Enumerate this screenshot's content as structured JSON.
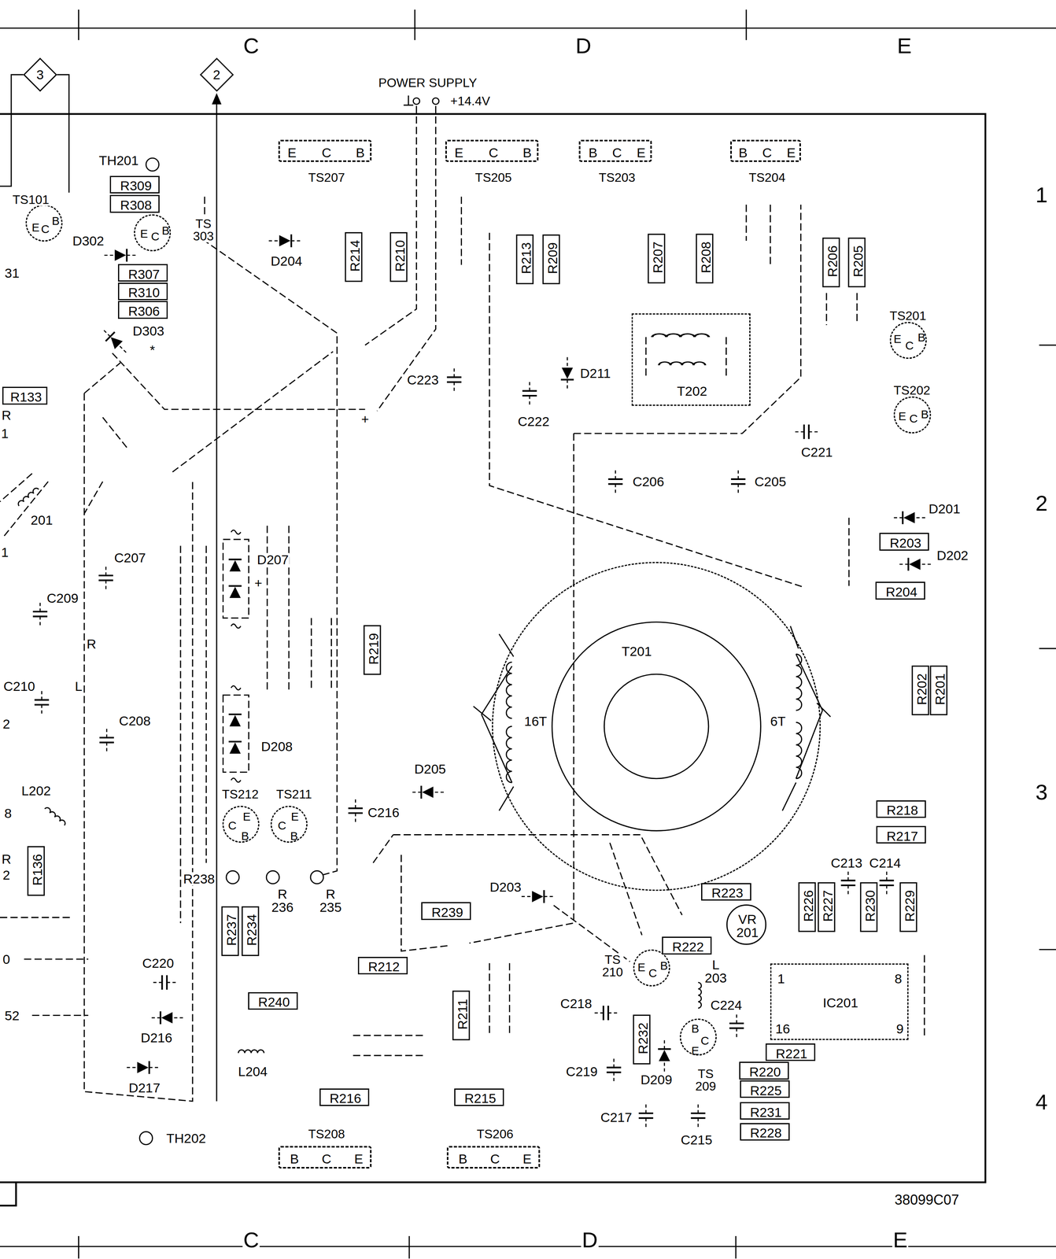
{
  "diagram": {
    "nodes": [
      {
        "text": [
          "3"
        ]
      },
      {
        "text": [
          "2"
        ]
      },
      {
        "text": [
          "E",
          "C",
          "B",
          "TS207"
        ]
      },
      {
        "text": [
          "E",
          "C",
          "B",
          "TS205"
        ]
      },
      {
        "text": [
          "B",
          "C",
          "E",
          "TS203"
        ]
      },
      {
        "text": [
          "B",
          "C",
          "E",
          "TS204"
        ]
      },
      {
        "text": [
          "TS101",
          "E",
          "C",
          "B"
        ]
      },
      {
        "text": [
          "R309"
        ]
      },
      {
        "text": [
          "R308"
        ]
      },
      {
        "text": [
          "TS 303",
          "E",
          "C",
          "B"
        ]
      },
      {
        "text": [
          "R307"
        ]
      },
      {
        "text": [
          "R310"
        ]
      },
      {
        "text": [
          "R306"
        ]
      },
      {
        "text": [
          "R214"
        ]
      },
      {
        "text": [
          "R210"
        ]
      },
      {
        "text": [
          "R213"
        ]
      },
      {
        "text": [
          "R209"
        ]
      },
      {
        "text": [
          "R207"
        ]
      },
      {
        "text": [
          "R208"
        ]
      },
      {
        "text": [
          "R206"
        ]
      },
      {
        "text": [
          "R205"
        ]
      },
      {
        "text": [
          "TS201",
          "E",
          "C",
          "B"
        ]
      },
      {
        "text": [
          "R133"
        ]
      },
      {
        "text": [
          "T202"
        ]
      },
      {
        "text": [
          "TS202",
          "E",
          "C",
          "B"
        ]
      },
      {
        "text": [
          "R203"
        ]
      },
      {
        "text": [
          "R204"
        ]
      },
      {
        "text": [
          "R219"
        ]
      },
      {
        "text": [
          "T201",
          "16T",
          "6T"
        ]
      },
      {
        "text": [
          "R202"
        ]
      },
      {
        "text": [
          "R201"
        ]
      },
      {
        "text": [
          "TS212",
          "C",
          "E",
          "B"
        ]
      },
      {
        "text": [
          "TS211",
          "C",
          "E",
          "B"
        ]
      },
      {
        "text": [
          "R218"
        ]
      },
      {
        "text": [
          "R217"
        ]
      },
      {
        "text": [
          "R136"
        ]
      },
      {
        "text": [
          "R239"
        ]
      },
      {
        "text": [
          "R223"
        ]
      },
      {
        "text": [
          "R226"
        ]
      },
      {
        "text": [
          "R227"
        ]
      },
      {
        "text": [
          "R230"
        ]
      },
      {
        "text": [
          "R229"
        ]
      },
      {
        "text": [
          "VR 201"
        ]
      },
      {
        "text": [
          "R237"
        ]
      },
      {
        "text": [
          "R234"
        ]
      },
      {
        "text": [
          "R222"
        ]
      },
      {
        "text": [
          "R212"
        ]
      },
      {
        "text": [
          "TS 210",
          "E",
          "C",
          "B"
        ]
      },
      {
        "text": [
          "IC201",
          "1",
          "8",
          "16",
          "9"
        ]
      },
      {
        "text": [
          "R240"
        ]
      },
      {
        "text": [
          "R211"
        ]
      },
      {
        "text": [
          "R232"
        ]
      },
      {
        "text": [
          "TS 209",
          "B",
          "C",
          "E"
        ]
      },
      {
        "text": [
          "R221"
        ]
      },
      {
        "text": [
          "R220"
        ]
      },
      {
        "text": [
          "R225"
        ]
      },
      {
        "text": [
          "R216"
        ]
      },
      {
        "text": [
          "R215"
        ]
      },
      {
        "text": [
          "R231"
        ]
      },
      {
        "text": [
          "R228"
        ]
      },
      {
        "text": [
          "TS208",
          "B",
          "C",
          "E"
        ]
      },
      {
        "text": [
          "TS206",
          "B",
          "C",
          "E"
        ]
      }
    ],
    "labels": [
      "C",
      "D",
      "E",
      "1",
      "2",
      "3",
      "4",
      "POWER SUPPLY",
      "+14.4V",
      "TH201",
      "D302",
      "D303",
      "*",
      "31",
      "R",
      "1",
      "201",
      "1",
      "C209",
      "R",
      "L",
      "C210",
      "2",
      "L202",
      "8",
      "R",
      "2",
      "0",
      "52",
      "C207",
      "C208",
      "D204",
      "C223",
      "+",
      "C222",
      "D211",
      "C221",
      "C206",
      "C205",
      "D201",
      "D202",
      "D207",
      "+",
      "D208",
      "D205",
      "C216",
      "R238",
      "R 236",
      "R 235",
      "D203",
      "C220",
      "D216",
      "D217",
      "TH202",
      "L204",
      "C218",
      "L 203",
      "C224",
      "C219",
      "D209",
      "C217",
      "C215",
      "C213",
      "C214",
      "C",
      "D",
      "E",
      "38099C07"
    ]
  }
}
